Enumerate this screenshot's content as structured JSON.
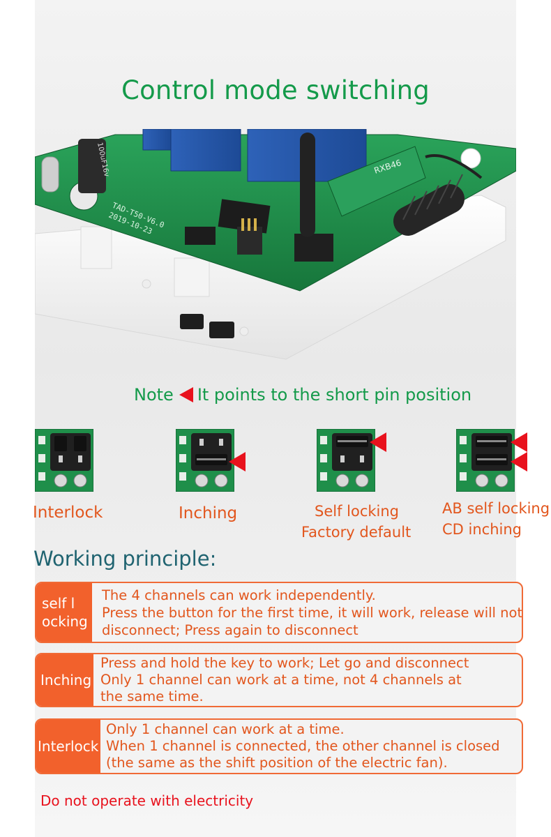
{
  "title": "Control mode switching",
  "photo": {
    "board_print": "TAD-T50-V6.0",
    "board_date": "2019-10-23",
    "module_label": "RXB46",
    "capacitor_label": "100uF16v"
  },
  "note": {
    "prefix": "Note",
    "text": "It points to the short pin position",
    "arrow_icon": "red-left-triangle"
  },
  "modes": [
    {
      "name": "Interlock",
      "lines": [
        "Interlock"
      ]
    },
    {
      "name": "Inching",
      "lines": [
        "Inching"
      ]
    },
    {
      "name": "Self locking",
      "lines": [
        "Self locking",
        "Factory default"
      ]
    },
    {
      "name": "AB/CD",
      "lines": [
        "AB self locking",
        "CD inching"
      ]
    }
  ],
  "section_title": "Working principle:",
  "principles": [
    {
      "tag_lines": [
        "self l",
        "ocking"
      ],
      "lines": [
        "The 4 channels can work independently.",
        "Press the button for the first time, it will work, release will not",
        "disconnect; Press again to disconnect"
      ]
    },
    {
      "tag_lines": [
        "Inching"
      ],
      "lines": [
        "Press and hold the key to work; Let go and disconnect",
        "Only 1 channel can work at a time, not 4 channels at",
        "the same time."
      ]
    },
    {
      "tag_lines": [
        "Interlock"
      ],
      "lines": [
        "Only 1 channel can work at a time.",
        "When 1 channel is connected, the other channel is closed",
        "(the same as the shift position of the electric fan)."
      ]
    }
  ],
  "warning": "Do not operate with electricity",
  "colors": {
    "title_green": "#149a4a",
    "accent_orange": "#f2612c",
    "text_orange": "#e2561d",
    "arrow_red": "#e8121d",
    "heading_teal": "#1f6370",
    "pcb_green": "#1f8f4a"
  }
}
